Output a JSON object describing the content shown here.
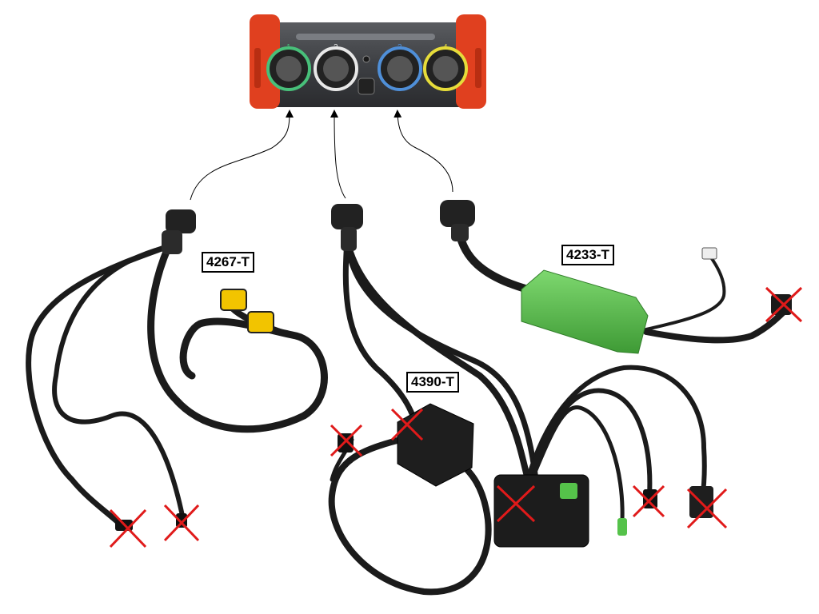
{
  "device": {
    "port_labels": [
      "1",
      "2",
      "3",
      "4"
    ],
    "port_ring_colors": [
      "#48c07a",
      "#e8e8e8",
      "#4f8fd8",
      "#e6dc3a"
    ],
    "bumper_color": "#e0401f",
    "body_color": "#3d3f43"
  },
  "labels": {
    "harness_a": "4267-T",
    "harness_b": "4390-T",
    "harness_c": "4233-T"
  },
  "colors": {
    "cable": "#1b1b1b",
    "cable_highlight": "#3a3a3a",
    "green_box": "#55c24a",
    "yellow_connector": "#f2c400",
    "cross_mark": "#e01a1a",
    "arrow": "#000000"
  }
}
